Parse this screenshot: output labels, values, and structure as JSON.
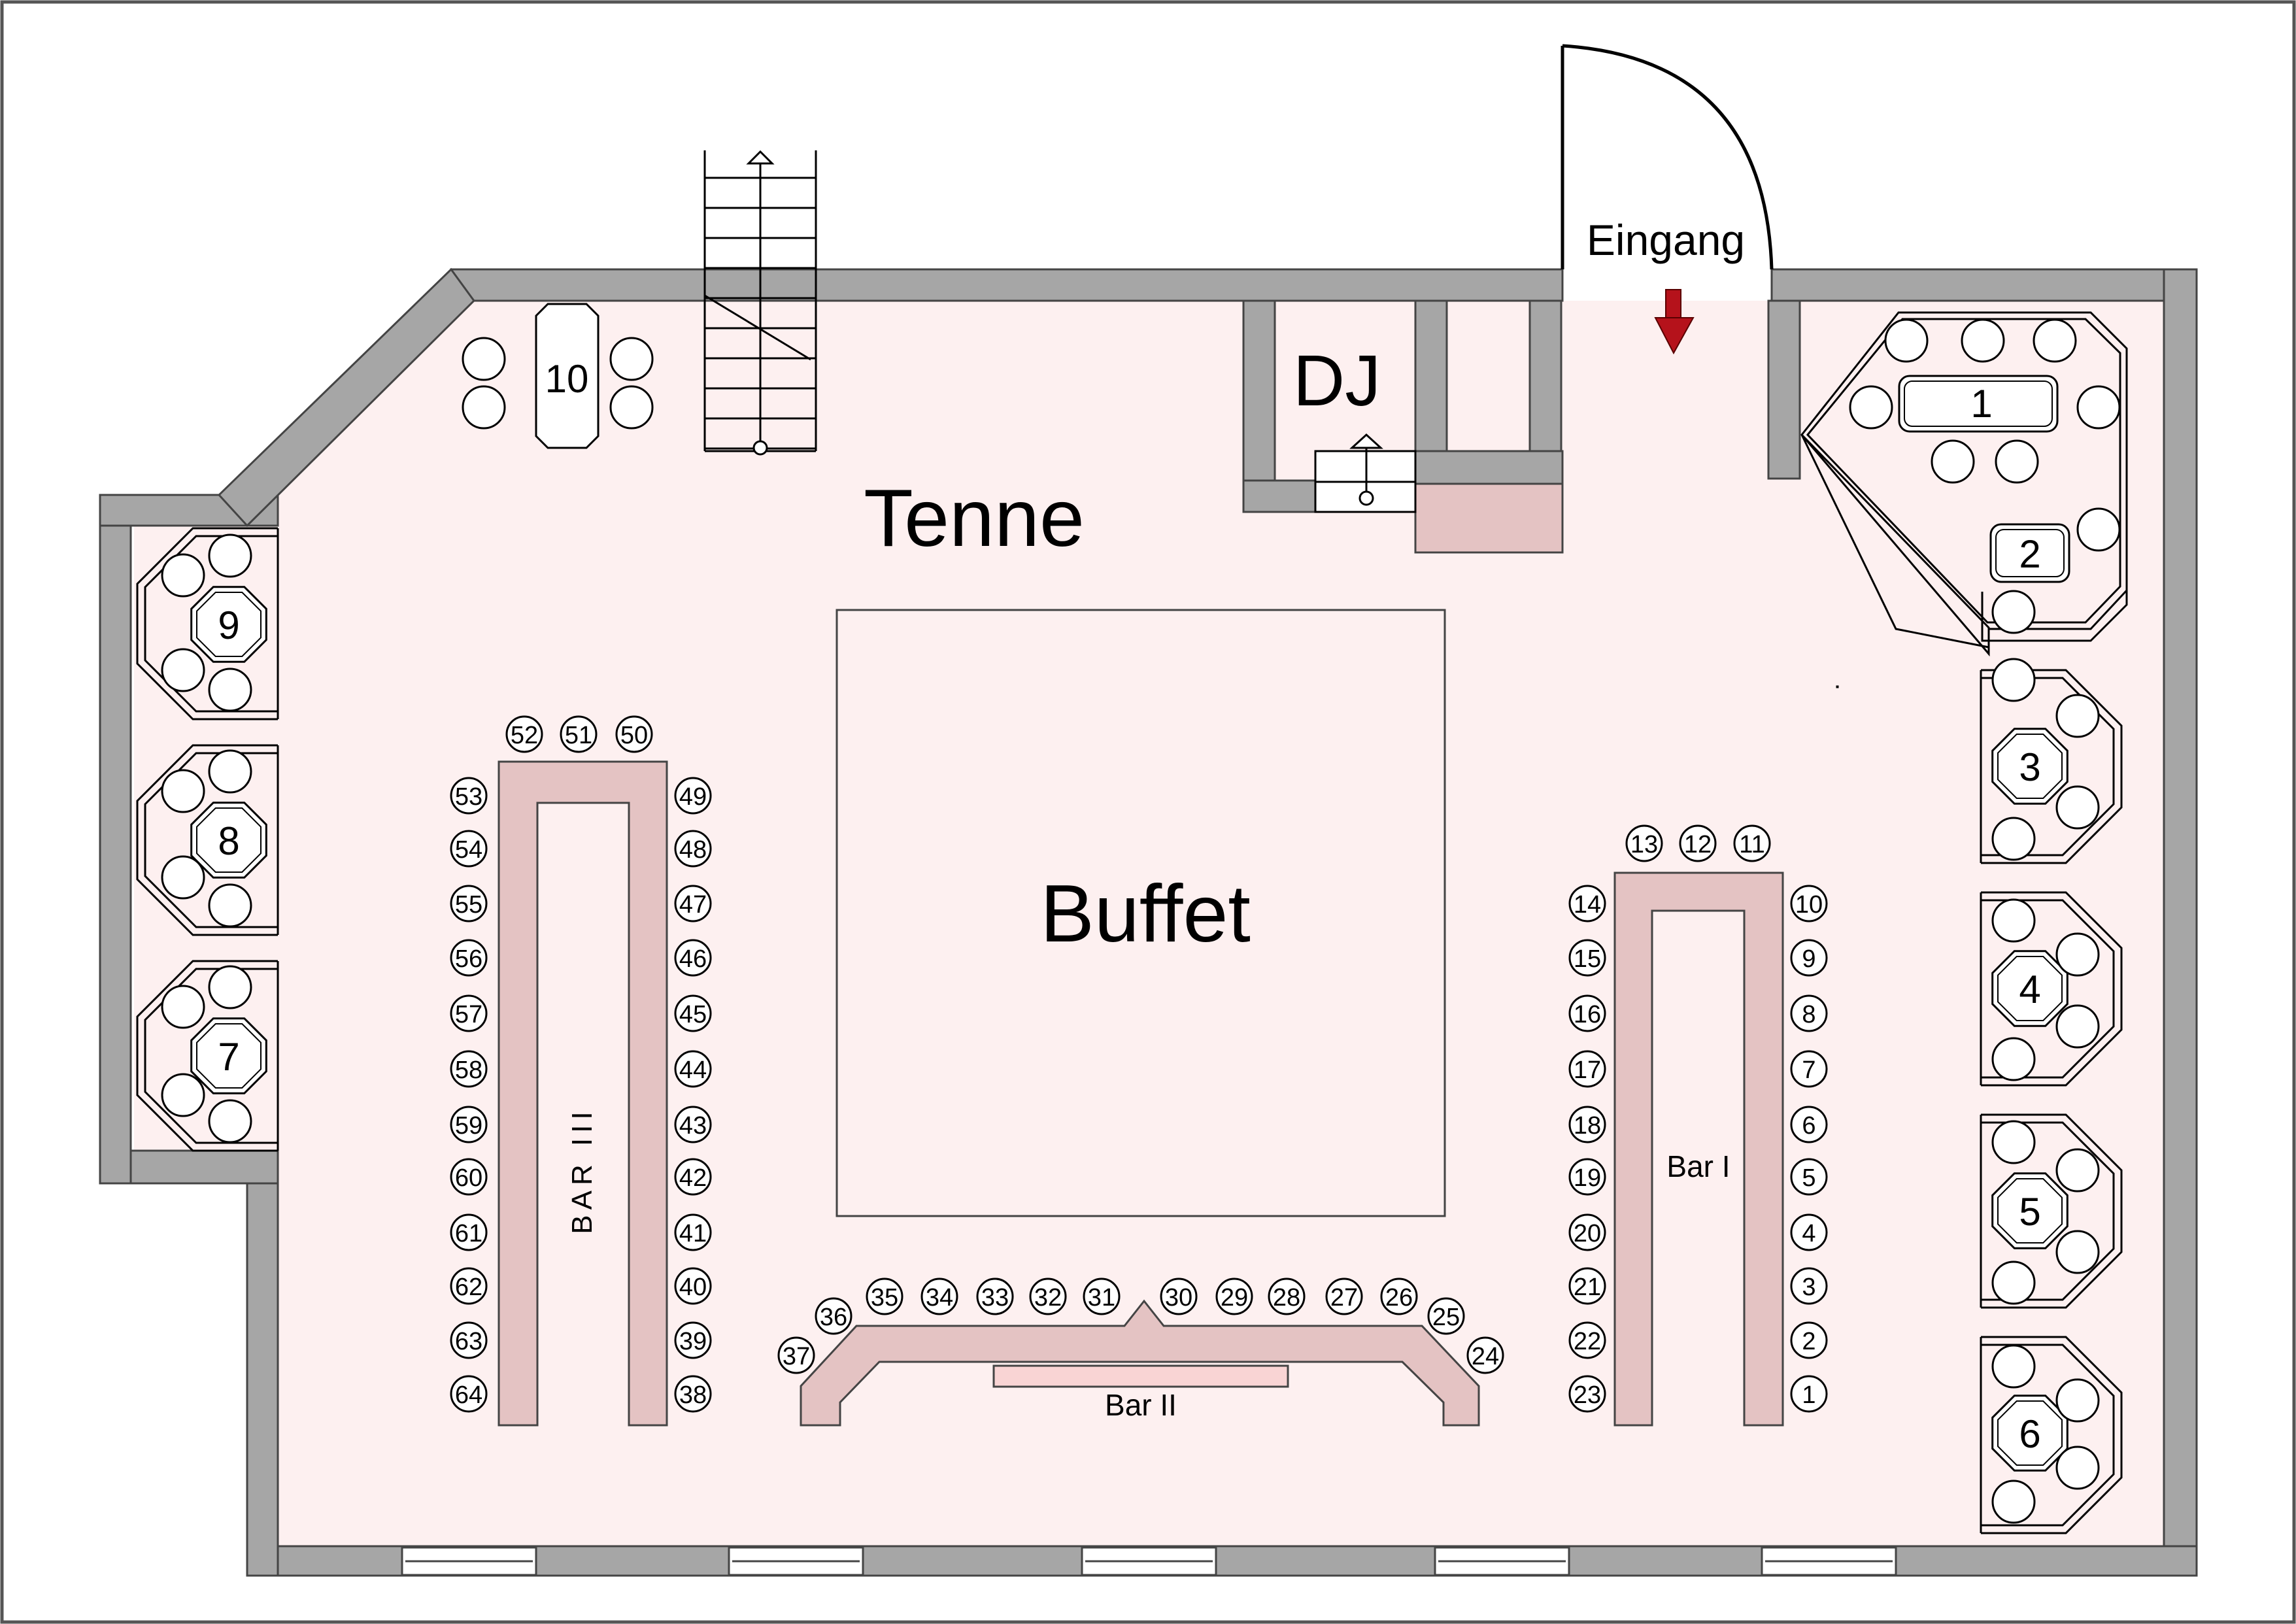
{
  "labels": {
    "room": "Tenne",
    "buffet": "Buffet",
    "dj": "DJ",
    "entrance": "Eingang",
    "bar1": "Bar I",
    "bar2": "Bar II",
    "bar3": "BAR III"
  },
  "tables": [
    "1",
    "2",
    "3",
    "4",
    "5",
    "6",
    "7",
    "8",
    "9",
    "10"
  ],
  "seats": [
    "1",
    "2",
    "3",
    "4",
    "5",
    "6",
    "7",
    "8",
    "9",
    "10",
    "11",
    "12",
    "13",
    "14",
    "15",
    "16",
    "17",
    "18",
    "19",
    "20",
    "21",
    "22",
    "23",
    "24",
    "25",
    "26",
    "27",
    "28",
    "29",
    "30",
    "31",
    "32",
    "33",
    "34",
    "35",
    "36",
    "37",
    "38",
    "39",
    "40",
    "41",
    "42",
    "43",
    "44",
    "45",
    "46",
    "47",
    "48",
    "49",
    "50",
    "51",
    "52",
    "53",
    "54",
    "55",
    "56",
    "57",
    "58",
    "59",
    "60",
    "61",
    "62",
    "63",
    "64"
  ],
  "colors": {
    "floor": "#fdf0f0",
    "wall": "#a6a6a6",
    "bar": "#e4c3c3",
    "arrow": "#b5121b"
  }
}
